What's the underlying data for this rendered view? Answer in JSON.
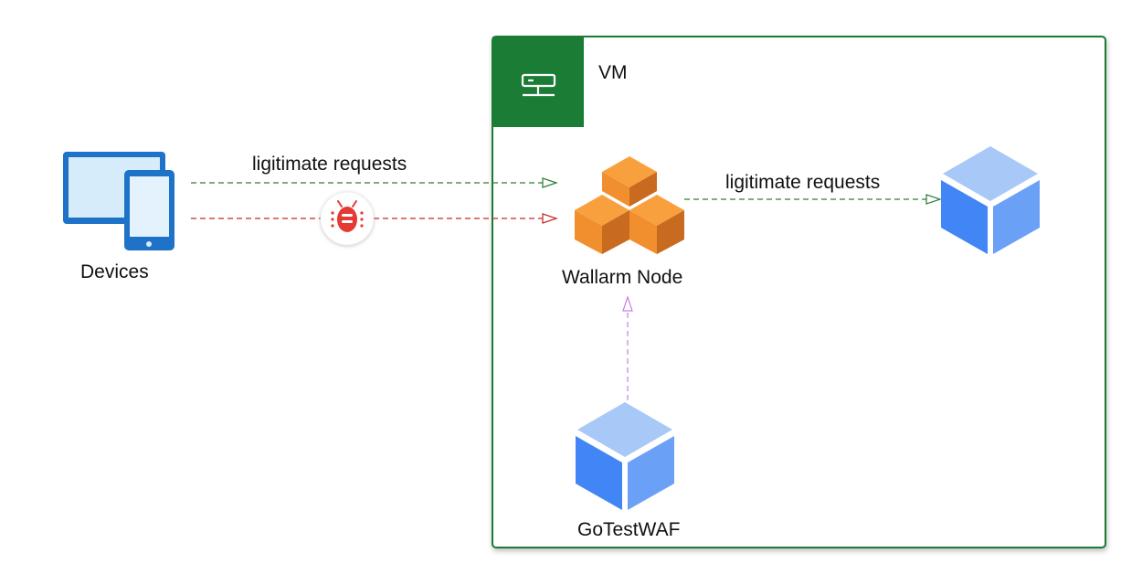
{
  "vm": {
    "title": "VM",
    "border_color": "#1a7a35",
    "header_color": "#1b7c36",
    "icon": "server-icon"
  },
  "devices": {
    "label": "Devices",
    "icon": "devices-icon"
  },
  "wallarm_node": {
    "label": "Wallarm Node",
    "icon": "cubes-icon",
    "color": "#f59a35"
  },
  "gotestwaf": {
    "label": "GoTestWAF",
    "icon": "cube-icon"
  },
  "app_box": {
    "icon": "cube-icon"
  },
  "edges": {
    "devices_to_node": {
      "label": "ligitimate requests",
      "color": "#2e7d32",
      "style": "dashed"
    },
    "attack_to_node": {
      "label": "",
      "icon": "bug-icon",
      "color": "#c62828",
      "style": "dashed"
    },
    "node_to_app": {
      "label": "ligitimate requests",
      "color": "#2e7d32",
      "style": "dashed"
    },
    "gotestwaf_to_node": {
      "label": "",
      "color": "#c77dea",
      "style": "dashed"
    }
  }
}
